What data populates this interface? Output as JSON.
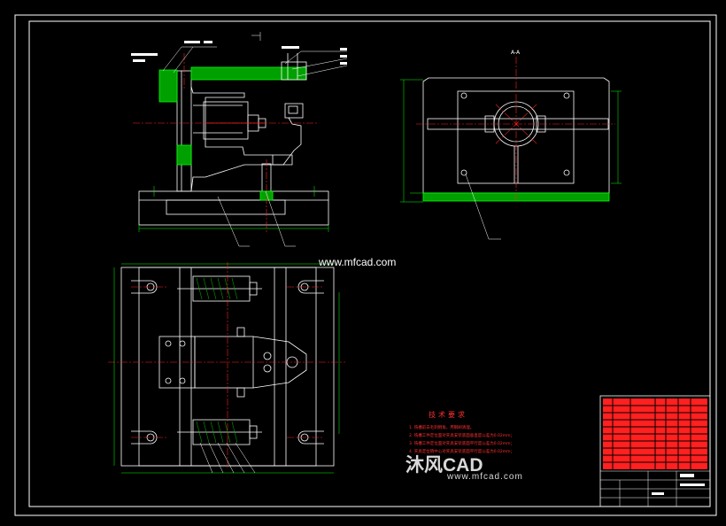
{
  "watermark": {
    "site_top": "www.mfcad.com",
    "logo_text": "沐风CAD",
    "site_bottom": "www.mfcad.com"
  },
  "section_label": "A-A",
  "tech_requirements": {
    "title": "技术要求",
    "lines": [
      "1. 铣槽前去毛刺倒角，用钢刷清理。",
      "2. 铣槽工件定位面对夹具安装底面垂直度公差为0.02mm；",
      "3. 铣槽工件定位面对夹具安装底面平行度公差为0.02mm；",
      "4. 夹具定位销中心对夹具安装底面平行度公差为0.02mm；"
    ]
  },
  "colors": {
    "background": "#000000",
    "frame": "#ffffff",
    "part_line": "#ffffff",
    "dimension": "#00ff00",
    "centerline": "#ff2020",
    "hatch": "#00c000",
    "title_block_red": "#ff2020"
  }
}
